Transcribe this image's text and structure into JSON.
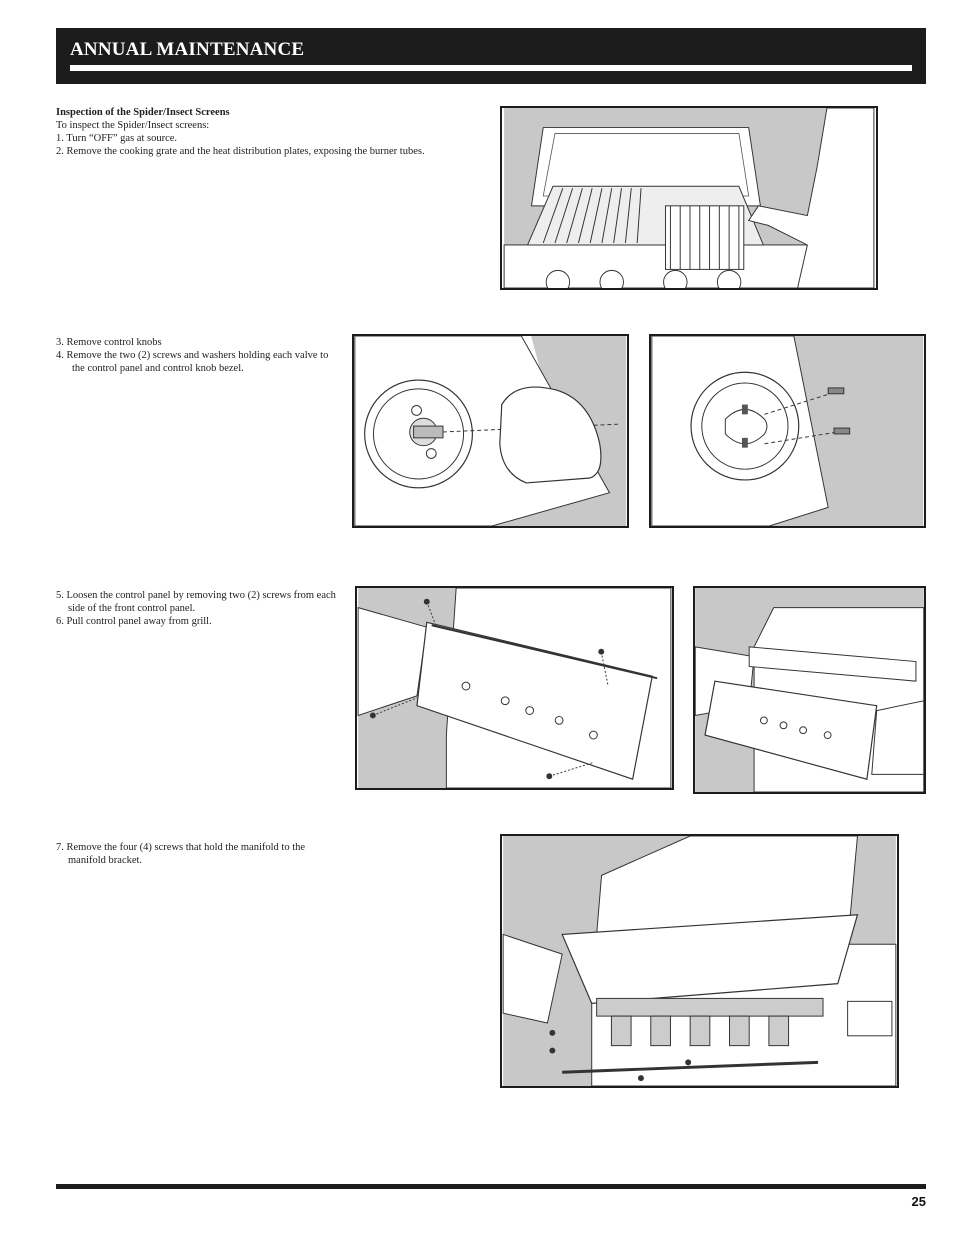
{
  "header": {
    "title": "ANNUAL MAINTENANCE"
  },
  "section1": {
    "heading": "Inspection of the Spider/Insect Screens",
    "intro": "To inspect the Spider/Insect screens:",
    "steps": [
      "1.  Turn “OFF” gas at source.",
      "2.  Remove the cooking grate and the heat distribution plates, exposing the burner tubes."
    ]
  },
  "section2": {
    "steps": [
      "3.  Remove control knobs",
      "4.  Remove the two (2) screws and washers holding each valve to the control panel and control knob bezel."
    ]
  },
  "section3": {
    "steps": [
      "5. Loosen the control panel by removing two (2) screws from each side of the front control panel.",
      "6. Pull control panel away from grill."
    ]
  },
  "section4": {
    "steps": [
      "7. Remove the four (4) screws that hold the manifold to the manifold bracket."
    ]
  },
  "footer": {
    "page_number": "25"
  },
  "colors": {
    "header_bg": "#1c1c1c",
    "figure_gray": "#c8c8c8",
    "rule": "#1c1c1c"
  }
}
